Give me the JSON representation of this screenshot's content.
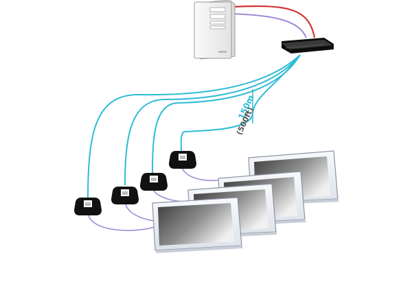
{
  "diagram": {
    "distance_label": "150m",
    "distance_label_alt": "(500ft)",
    "colors": {
      "cat_cable": "#2cbcd4",
      "video_cable": "#a08ad6",
      "power_cable": "#d23232",
      "device_dark": "#111111",
      "screen_frame": "#eef1f6",
      "server_body": "#f5f5f5"
    },
    "nodes": {
      "server": "server-tower-icon",
      "switch": "network-switch-icon",
      "receivers": 4,
      "displays": 4
    }
  }
}
